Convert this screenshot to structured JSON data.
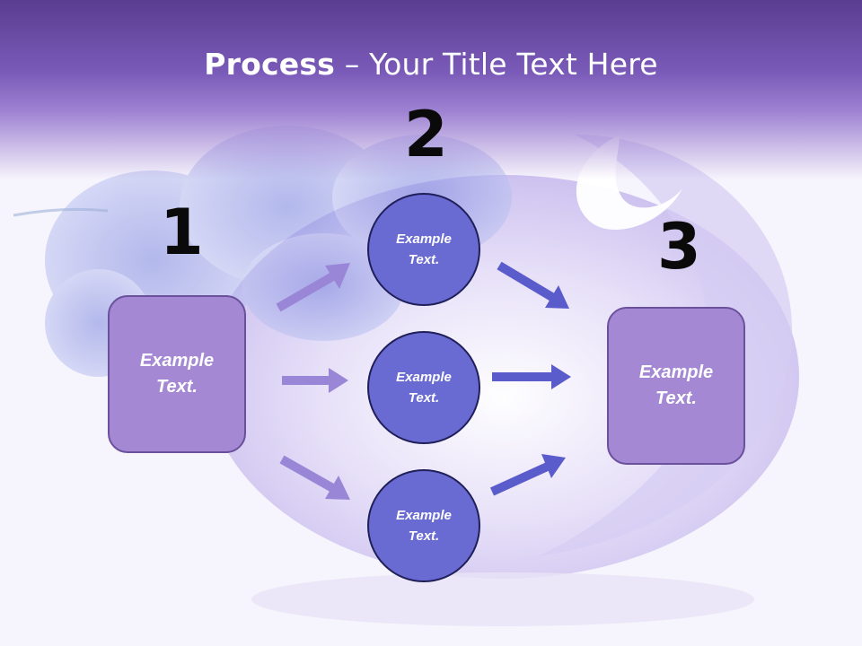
{
  "slide": {
    "title_bold": "Process",
    "title_rest": " – Your Title Text Here"
  },
  "steps": [
    {
      "number": "1",
      "text": "Example\nText."
    },
    {
      "number": "2",
      "items": [
        "Example\nText.",
        "Example\nText.",
        "Example\nText."
      ]
    },
    {
      "number": "3",
      "text": "Example\nText."
    }
  ],
  "colors": {
    "header": "#7a5ab8",
    "box_fill": "#a488d4",
    "circle_fill": "#6a6bd2",
    "arrow_light": "#9a86d6",
    "arrow_dark": "#5a5ccc"
  }
}
